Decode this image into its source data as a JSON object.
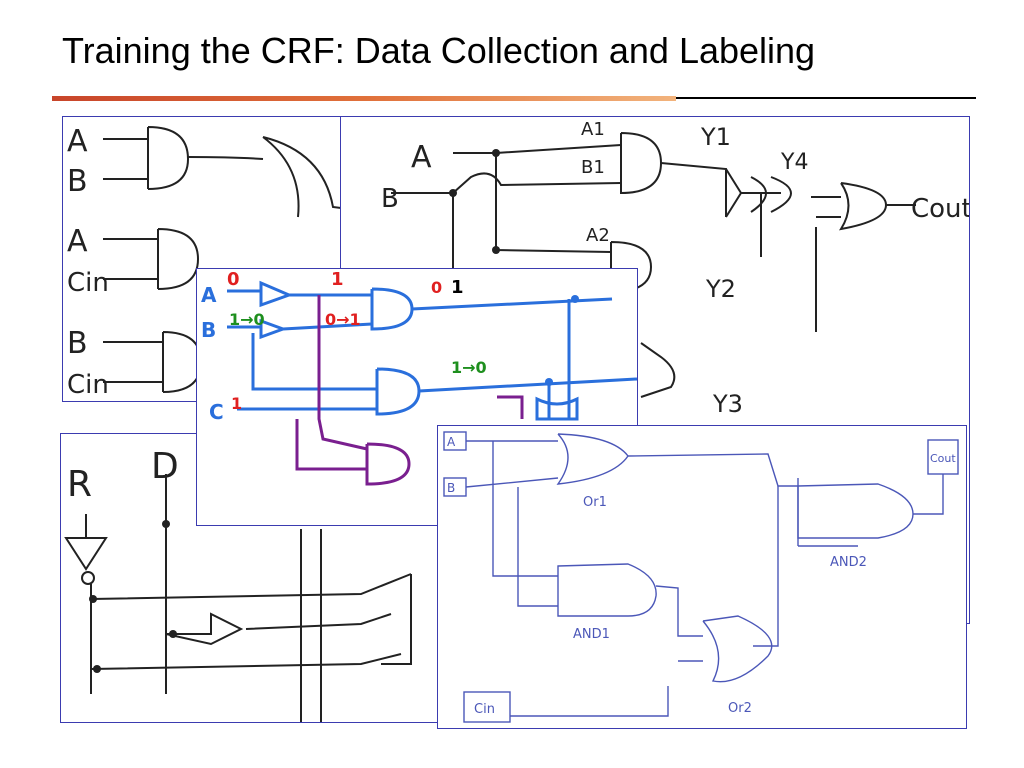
{
  "slide": {
    "title": "Training the CRF: Data Collection and Labeling"
  },
  "sketch_full_adder": {
    "labels": [
      "A",
      "B",
      "B",
      "Cin",
      "A",
      "Cin",
      "A1",
      "B1",
      "A2",
      "Y1",
      "Y2",
      "Y3",
      "Y4",
      "Cout"
    ]
  },
  "sketch_latch": {
    "labels": [
      "R",
      "D"
    ]
  },
  "sketch_labeled": {
    "input_labels": [
      "A",
      "B",
      "C"
    ],
    "annotations": {
      "a_value": "0",
      "top_mid": "1",
      "out_top": "0",
      "out_top_to": "1",
      "b_change": "1→0",
      "mid_change": "0→1",
      "c_value": "1",
      "low_change": "1→0"
    },
    "colors": {
      "wire": "#2a6fdc",
      "purple": "#7a1f8f",
      "red": "#e02020",
      "green": "#1e8f1e"
    }
  },
  "sketch_schematic": {
    "labels": [
      "A",
      "B",
      "Cout",
      "Cin",
      "Or1",
      "AND1",
      "AND2",
      "Or2"
    ]
  }
}
